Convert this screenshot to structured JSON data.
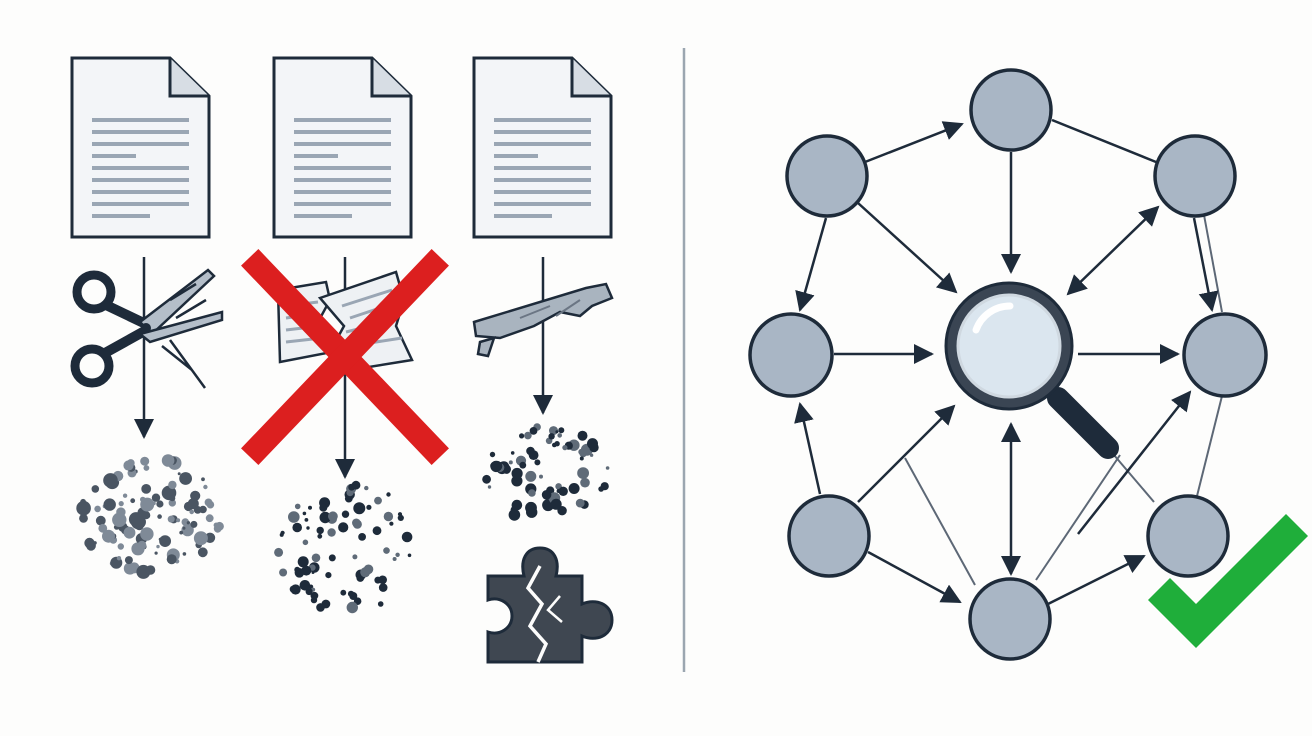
{
  "colors": {
    "background": "#fdfdfc",
    "ink": "#1e2b3a",
    "node_fill": "#a9b6c5",
    "doc_fill": "#f3f5f8",
    "doc_lines": "#9aa6b4",
    "divider": "#9ba6b0",
    "reject_red": "#dc1f1f",
    "accept_green": "#1fae3a",
    "lens": "#dbe6ef",
    "particles": "#5f6b78",
    "puzzle": "#3f4751"
  },
  "icons": {
    "document": "document-icon",
    "scissors": "scissors-icon",
    "torn_paper": "torn-paper-icon",
    "broken_stick": "broken-stick-icon",
    "scatter": "scattered-dots-icon",
    "reject": "red-x-icon",
    "puzzle": "broken-puzzle-icon",
    "search": "magnifying-glass-icon",
    "accept": "green-check-icon"
  },
  "left_panel": {
    "columns": [
      {
        "id": "scissor-split",
        "operation": "scissors",
        "outcome": "scattered"
      },
      {
        "id": "torn-rejected",
        "operation": "torn-paper",
        "outcome": "scattered",
        "marked_rejected": true
      },
      {
        "id": "broken-fragments",
        "operation": "broken-stick",
        "outcome": "scattered-and-broken-puzzle"
      }
    ]
  },
  "right_panel": {
    "nodes": [
      "top",
      "upper-left",
      "upper-right",
      "mid-left",
      "mid-right",
      "lower-left",
      "lower-right",
      "bottom"
    ],
    "hub": "magnifying-glass",
    "marked_accepted": true
  }
}
